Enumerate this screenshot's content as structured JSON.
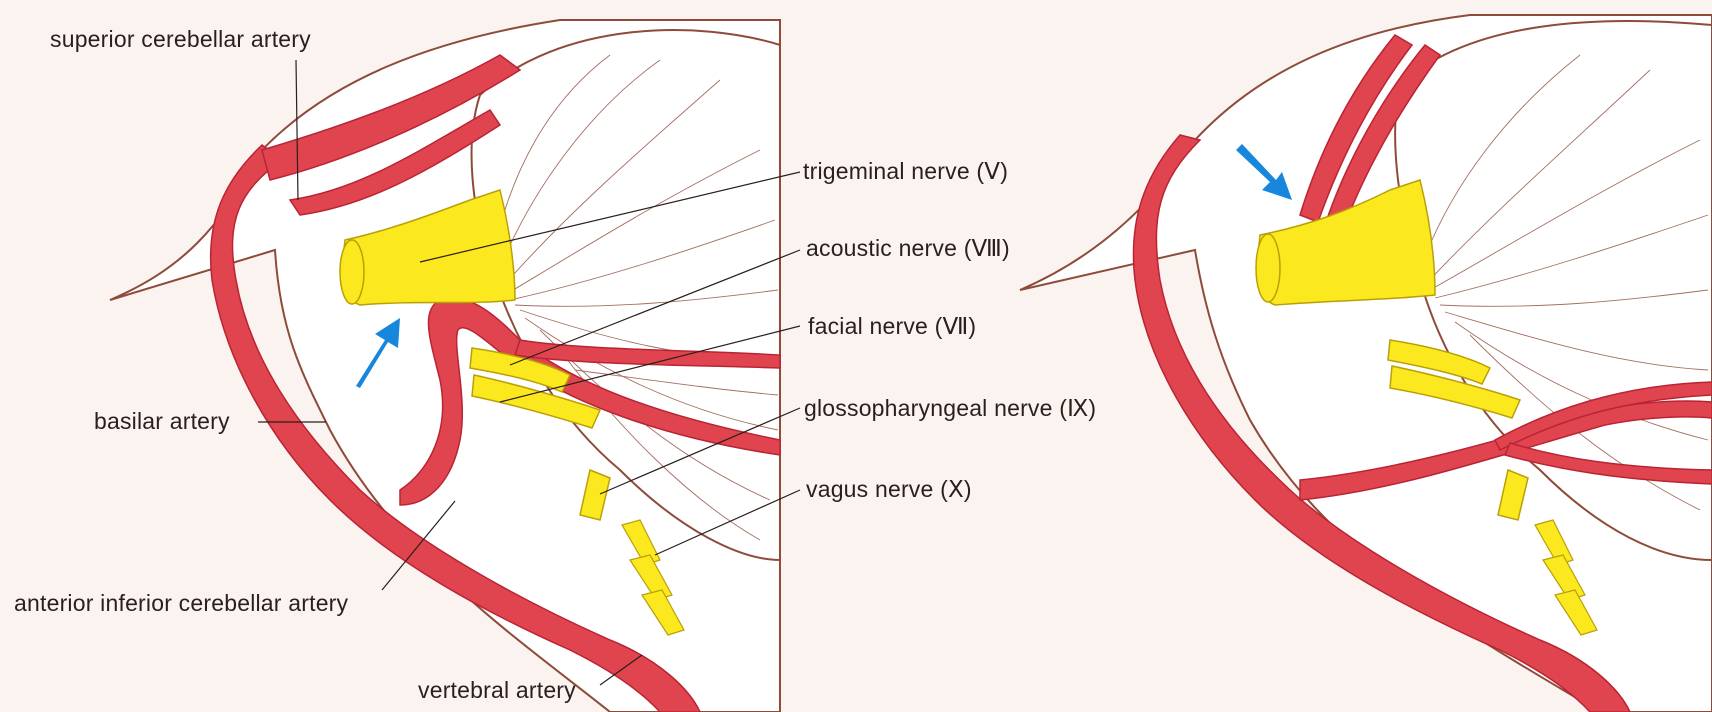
{
  "colors": {
    "background": "#faf3f0",
    "artery": "#e0454f",
    "artery_stroke": "#b92434",
    "nerve": "#fbe81e",
    "nerve_stroke": "#b9a007",
    "tissue": "#ffffff",
    "outline": "#8e4b3a",
    "arrow": "#1786dd"
  },
  "labels": {
    "superior_cerebellar_artery": "superior cerebellar artery",
    "trigeminal_nerve": "trigeminal nerve (Ⅴ)",
    "acoustic_nerve": "acoustic nerve (Ⅷ)",
    "facial_nerve": "facial nerve (Ⅶ)",
    "glossopharyngeal_nerve": "glossopharyngeal nerve (Ⅸ)",
    "vagus_nerve": "vagus nerve (Ⅹ)",
    "basilar_artery": "basilar artery",
    "anterior_inferior_cerebellar_artery": "anterior inferior cerebellar artery",
    "vertebral_artery": "vertebral artery"
  }
}
